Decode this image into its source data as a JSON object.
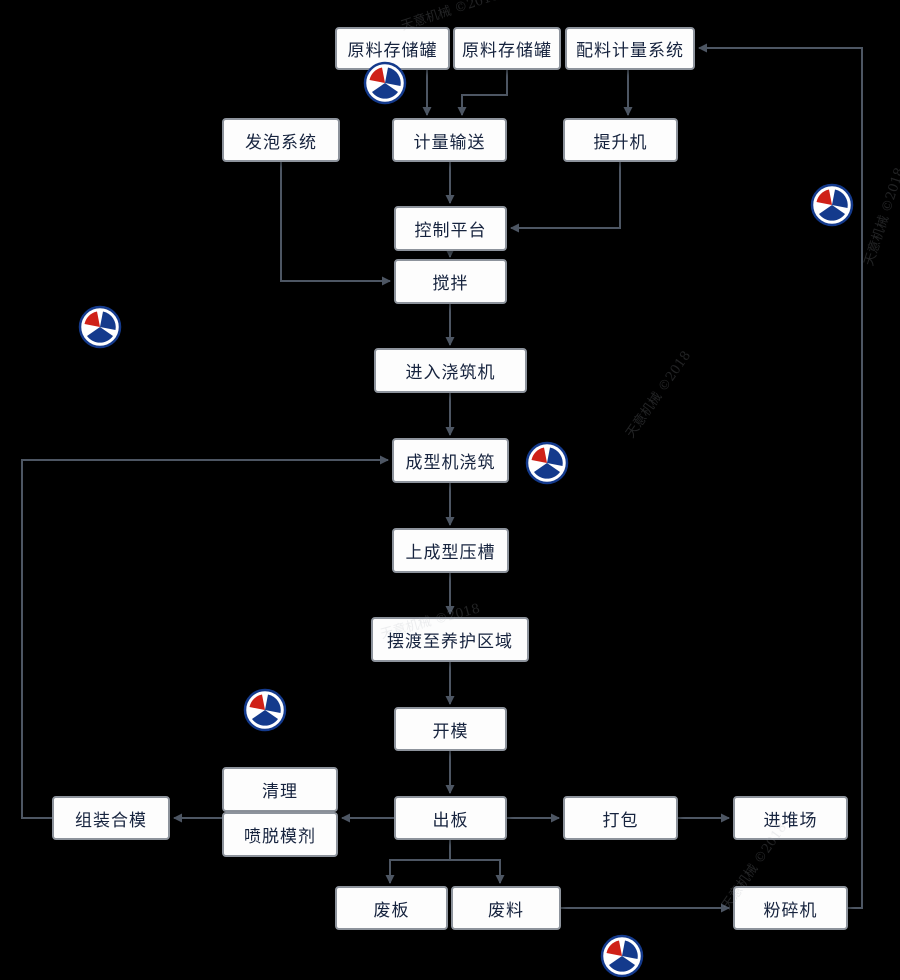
{
  "diagram": {
    "nodes": {
      "tank1": "原料存储罐",
      "tank2": "原料存储罐",
      "batching": "配料计量系统",
      "foaming": "发泡系统",
      "metering": "计量输送",
      "hoist": "提升机",
      "control": "控制平台",
      "stir": "搅拌",
      "enter_caster": "进入浇筑机",
      "forming_cast": "成型机浇筑",
      "press_groove": "上成型压槽",
      "ferry_cure": "摆渡至养护区域",
      "open_mold": "开模",
      "assemble_mold": "组装合模",
      "clean": "清理",
      "spray_release": "喷脱模剂",
      "out_board": "出板",
      "pack": "打包",
      "yard": "进堆场",
      "waste_board": "废板",
      "waste_material": "废料",
      "crusher": "粉碎机"
    },
    "edges": [
      {
        "from": "tank1",
        "to": "metering"
      },
      {
        "from": "tank2",
        "to": "metering"
      },
      {
        "from": "batching",
        "to": "hoist"
      },
      {
        "from": "hoist",
        "to": "control"
      },
      {
        "from": "metering",
        "to": "control"
      },
      {
        "from": "foaming",
        "to": "stir"
      },
      {
        "from": "control",
        "to": "stir"
      },
      {
        "from": "stir",
        "to": "enter_caster"
      },
      {
        "from": "enter_caster",
        "to": "forming_cast"
      },
      {
        "from": "forming_cast",
        "to": "press_groove"
      },
      {
        "from": "press_groove",
        "to": "ferry_cure"
      },
      {
        "from": "ferry_cure",
        "to": "open_mold"
      },
      {
        "from": "open_mold",
        "to": "out_board"
      },
      {
        "from": "out_board",
        "to": "spray_release"
      },
      {
        "from": "clean",
        "to": "assemble_mold"
      },
      {
        "from": "assemble_mold",
        "to": "forming_cast"
      },
      {
        "from": "out_board",
        "to": "pack"
      },
      {
        "from": "pack",
        "to": "yard"
      },
      {
        "from": "out_board",
        "to": "waste_board"
      },
      {
        "from": "out_board",
        "to": "waste_material"
      },
      {
        "from": "waste_material",
        "to": "crusher"
      },
      {
        "from": "crusher",
        "to": "batching"
      }
    ],
    "watermark": "天意机械 ©2018",
    "colors": {
      "background": "#000000",
      "node_fill": "#fdfdfd",
      "node_border": "#8d939c",
      "node_text": "#16233e",
      "line": "#4d5663",
      "logo_red": "#cf2118",
      "logo_blue": "#143a8c"
    }
  }
}
